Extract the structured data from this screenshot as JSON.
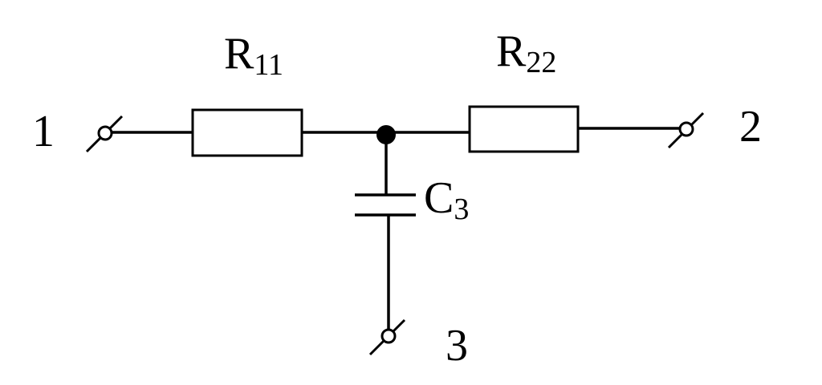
{
  "terminals": {
    "t1": "1",
    "t2": "2",
    "t3": "3"
  },
  "components": {
    "r11": {
      "letter": "R",
      "subscript": "11"
    },
    "r22": {
      "letter": "R",
      "subscript": "22"
    },
    "c3": {
      "letter": "C",
      "subscript": "3"
    }
  }
}
